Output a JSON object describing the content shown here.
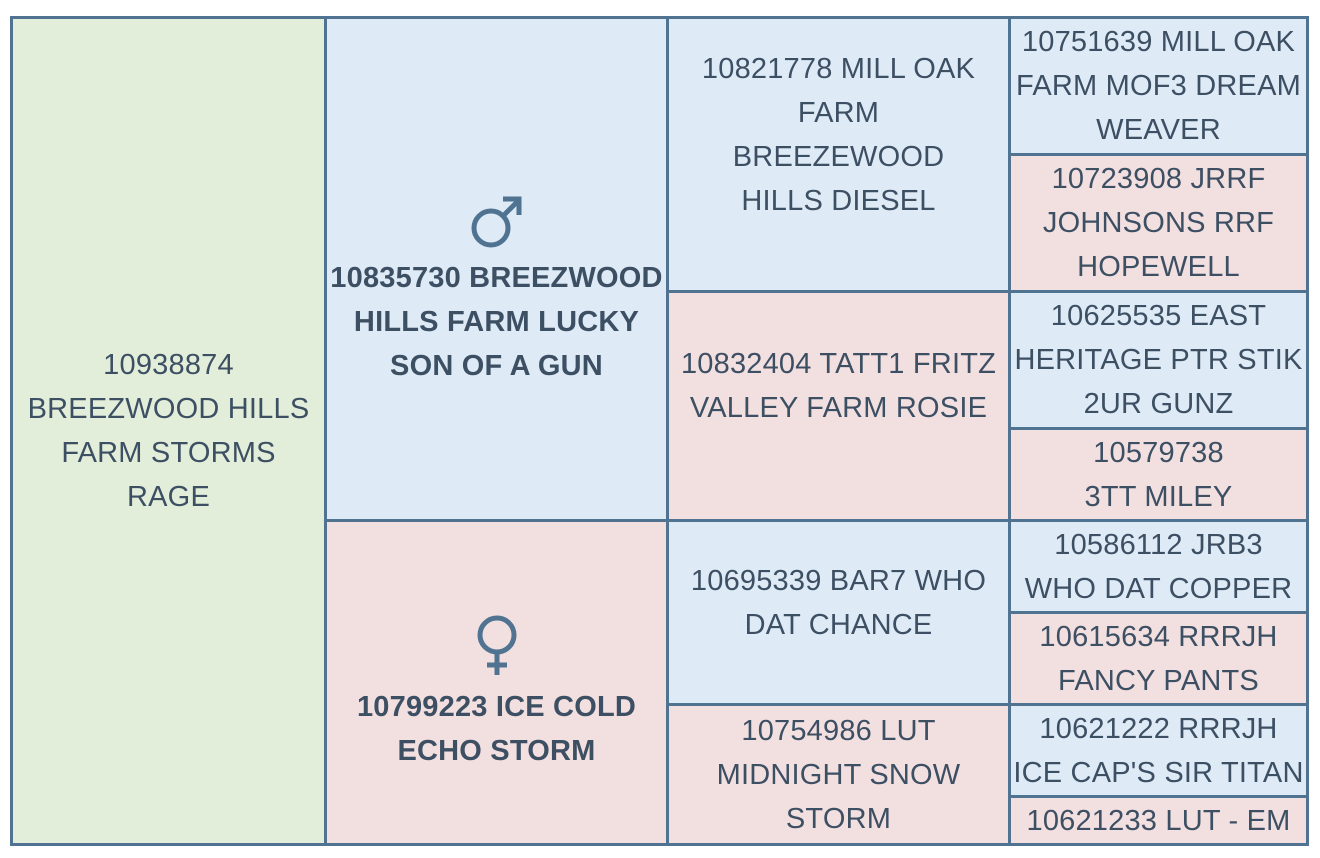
{
  "subject": {
    "name": "10938874 BREEZWOOD HILLS FARM STORMS RAGE"
  },
  "sire": {
    "symbol": "♂",
    "name": "10835730 BREEZWOOD HILLS FARM LUCKY SON OF A GUN"
  },
  "dam": {
    "symbol": "♀",
    "name": "10799223 ICE COLD ECHO STORM"
  },
  "grandparents": [
    {
      "name": "10821778 MILL OAK FARM BREEZEWOOD HILLS DIESEL"
    },
    {
      "name": "10832404 TATT1 FRITZ VALLEY FARM ROSIE"
    },
    {
      "name": "10695339 BAR7 WHO DAT CHANCE"
    },
    {
      "name": "10754986 LUT MIDNIGHT SNOW STORM"
    }
  ],
  "great_grandparents": [
    {
      "name": "10751639 MILL OAK FARM MOF3 DREAM WEAVER"
    },
    {
      "name": "10723908 JRRF JOHNSONS RRF HOPEWELL"
    },
    {
      "name": "10625535 EAST HERITAGE PTR STIK 2UR GUNZ"
    },
    {
      "name": "10579738 3TT MILEY"
    },
    {
      "name": "10586112 JRB3 WHO DAT COPPER"
    },
    {
      "name": "10615634 RRRJH FANCY PANTS"
    },
    {
      "name": "10621222 RRRJH ICE CAP'S SIR TITAN"
    },
    {
      "name": "10621233 LUT - EM"
    }
  ],
  "colors": {
    "subject": "#e2eed9",
    "male": "#deeaf6",
    "female": "#f2dfe0",
    "border": "#4f7391",
    "text": "#3d4f63"
  },
  "icons": {
    "male": "male-symbol-icon",
    "female": "female-symbol-icon"
  }
}
